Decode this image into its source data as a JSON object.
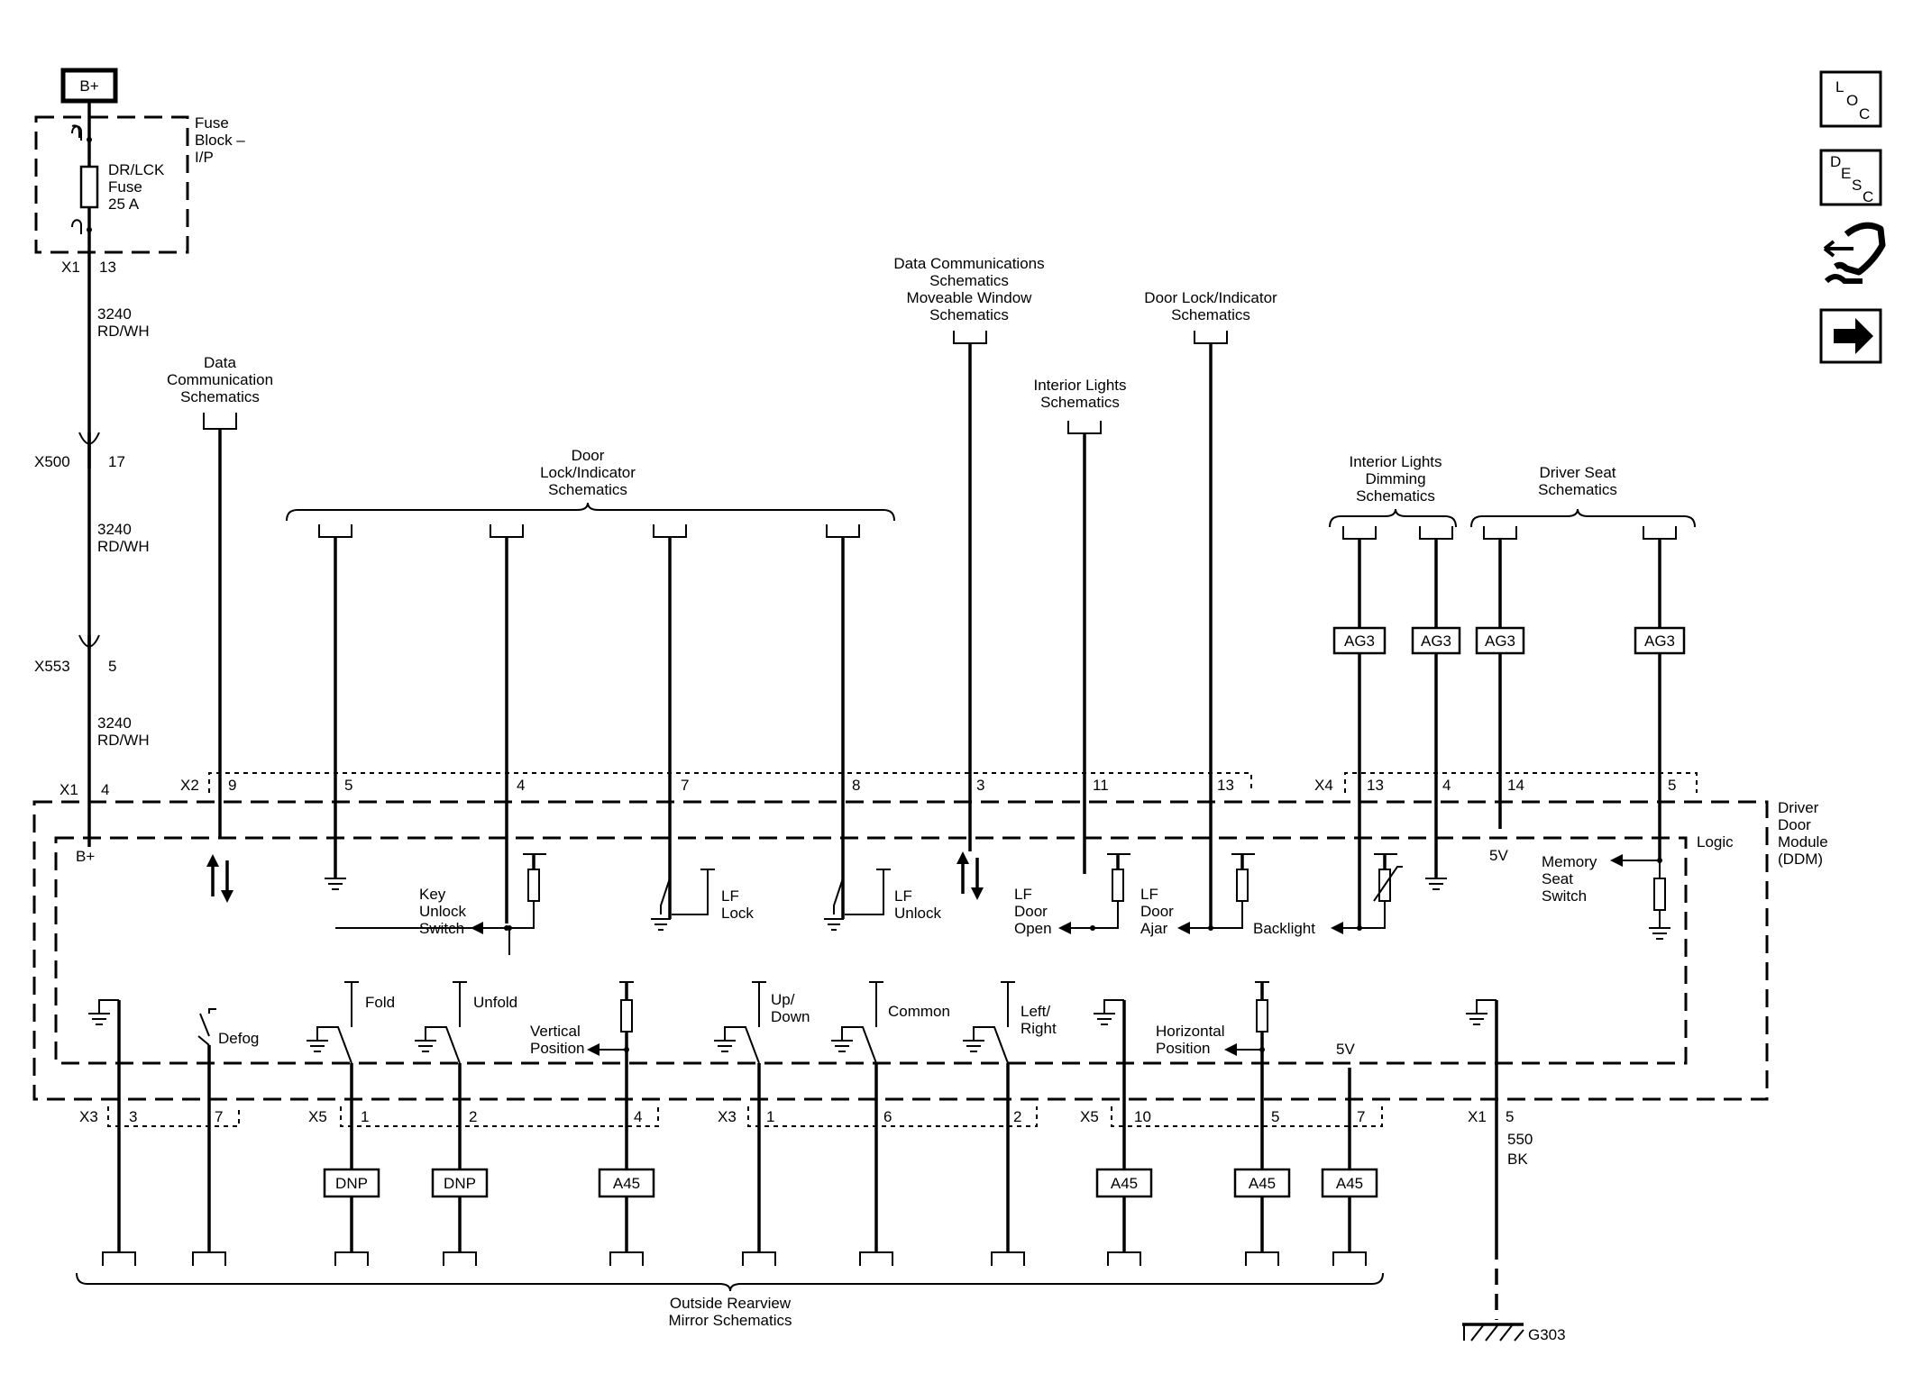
{
  "power": {
    "source": "B+",
    "internal": "B+"
  },
  "fuse_block": {
    "label": [
      "Fuse",
      "Block –",
      "I/P"
    ],
    "fuse": [
      "DR/LCK",
      "Fuse",
      "25 A"
    ]
  },
  "main_feed": [
    {
      "conn": "X1",
      "pin": "13",
      "circuit": "3240",
      "color": "RD/WH"
    },
    {
      "conn": "X500",
      "pin": "17",
      "circuit": "3240",
      "color": "RD/WH"
    },
    {
      "conn": "X553",
      "pin": "5",
      "circuit": "3240",
      "color": "RD/WH"
    },
    {
      "conn": "X1",
      "pin": "4"
    }
  ],
  "refs": {
    "data_comm": [
      "Data",
      "Communication",
      "Schematics"
    ],
    "door_lock_group": [
      "Door",
      "Lock/Indicator",
      "Schematics"
    ],
    "data_window": [
      "Data Communications",
      "Schematics",
      "Moveable Window",
      "Schematics"
    ],
    "interior_lights": [
      "Interior Lights",
      "Schematics"
    ],
    "door_lock_indicator": [
      "Door Lock/Indicator",
      "Schematics"
    ],
    "interior_dimming": [
      "Interior Lights",
      "Dimming",
      "Schematics"
    ],
    "driver_seat": [
      "Driver Seat",
      "Schematics"
    ],
    "mirror": [
      "Outside Rearview",
      "Mirror Schematics"
    ]
  },
  "top_connectors": {
    "x2": {
      "label": "X2",
      "pins": [
        "9",
        "5",
        "4",
        "7",
        "8",
        "3",
        "11",
        "13"
      ]
    },
    "x4": {
      "label": "X4",
      "pins": [
        "13",
        "4",
        "14",
        "5"
      ]
    }
  },
  "ag3_label": "AG3",
  "module": {
    "name": [
      "Driver",
      "Door",
      "Module",
      "(DDM)"
    ],
    "logic": "Logic"
  },
  "internal_labels": {
    "key_unlock": [
      "Key",
      "Unlock",
      "Switch"
    ],
    "lf_lock": [
      "LF",
      "Lock"
    ],
    "lf_unlock": [
      "LF",
      "Unlock"
    ],
    "lf_door_open": [
      "LF",
      "Door",
      "Open"
    ],
    "lf_door_ajar": [
      "LF",
      "Door",
      "Ajar"
    ],
    "backlight": "Backlight",
    "v5_top": "5V",
    "memory_seat": [
      "Memory",
      "Seat",
      "Switch"
    ],
    "defog": "Defog",
    "fold": "Fold",
    "unfold": "Unfold",
    "vertical_position": [
      "Vertical",
      "Position"
    ],
    "up_down": [
      "Up/",
      "Down"
    ],
    "common": "Common",
    "left_right": [
      "Left/",
      "Right"
    ],
    "horizontal_position": [
      "Horizontal",
      "Position"
    ],
    "v5_bottom": "5V"
  },
  "bottom_connectors": {
    "x3a": {
      "label": "X3",
      "pins": [
        "3",
        "7"
      ]
    },
    "x5a": {
      "label": "X5",
      "pins": [
        "1",
        "2",
        "4"
      ]
    },
    "x3b": {
      "label": "X3",
      "pins": [
        "1",
        "6",
        "2"
      ]
    },
    "x5b": {
      "label": "X5",
      "pins": [
        "10",
        "5",
        "7"
      ]
    },
    "x1": {
      "label": "X1",
      "pin": "5"
    }
  },
  "options": {
    "dnp": "DNP",
    "a45": "A45"
  },
  "ground": {
    "circuit": "550",
    "color": "BK",
    "name": "G303"
  },
  "nav": {
    "loc": [
      "L",
      "O",
      "C"
    ],
    "desc": [
      "D",
      "E",
      "S",
      "C"
    ]
  }
}
